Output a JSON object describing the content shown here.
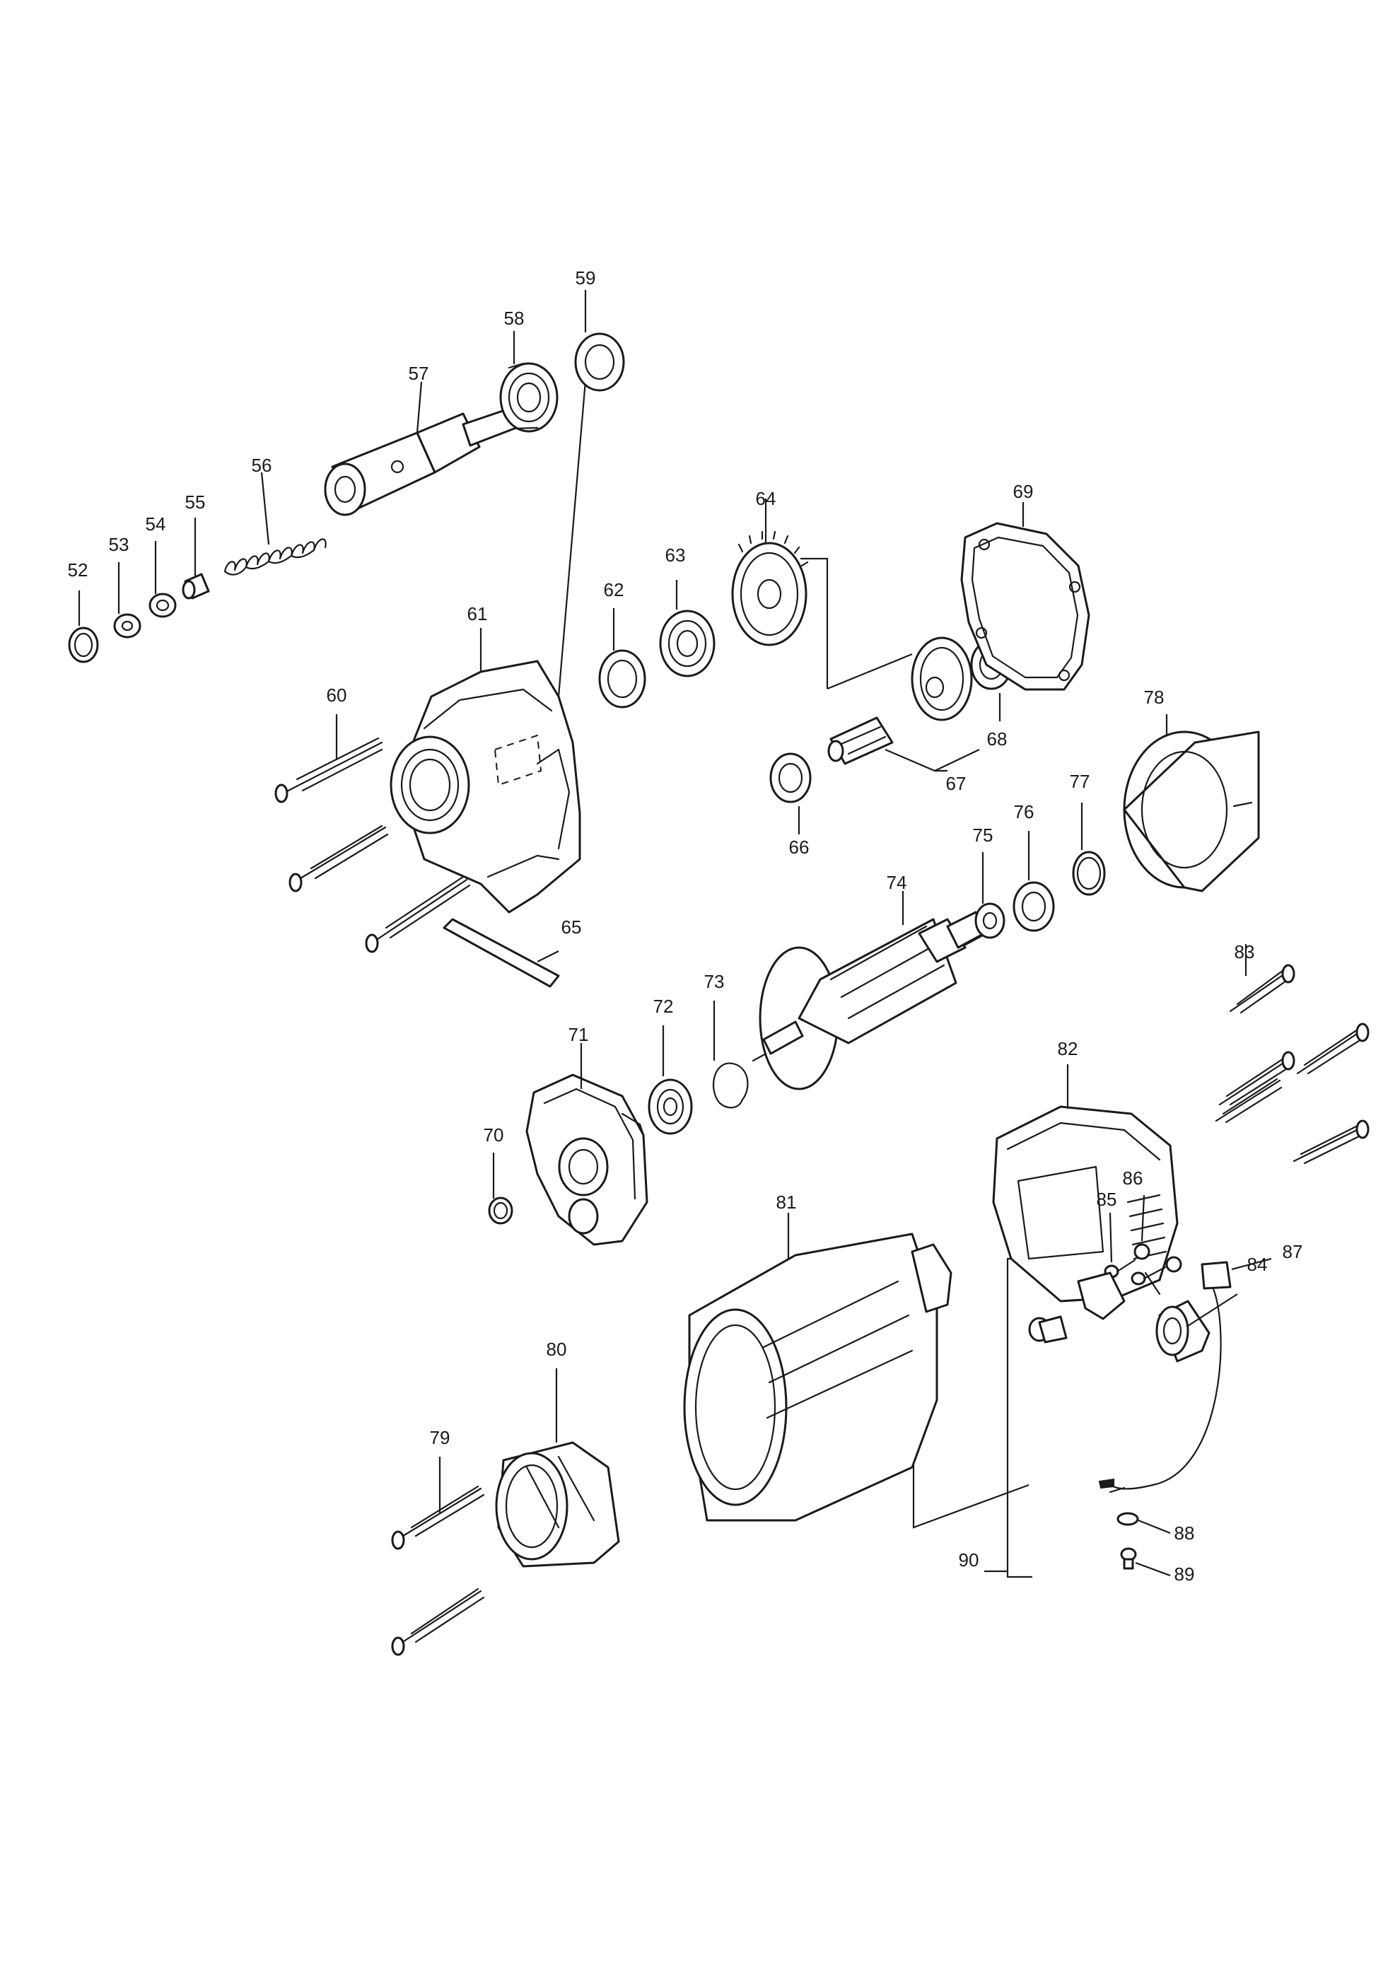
{
  "callouts": [
    "52",
    "53",
    "54",
    "55",
    "56",
    "57",
    "58",
    "59",
    "60",
    "61",
    "62",
    "63",
    "64",
    "65",
    "66",
    "67",
    "68",
    "69",
    "70",
    "71",
    "72",
    "73",
    "74",
    "75",
    "76",
    "77",
    "78",
    "79",
    "80",
    "81",
    "82",
    "83",
    "84",
    "85",
    "86",
    "87",
    "88",
    "89",
    "90"
  ],
  "colors": {
    "line": "#1a1a1a",
    "background": "#ffffff"
  }
}
